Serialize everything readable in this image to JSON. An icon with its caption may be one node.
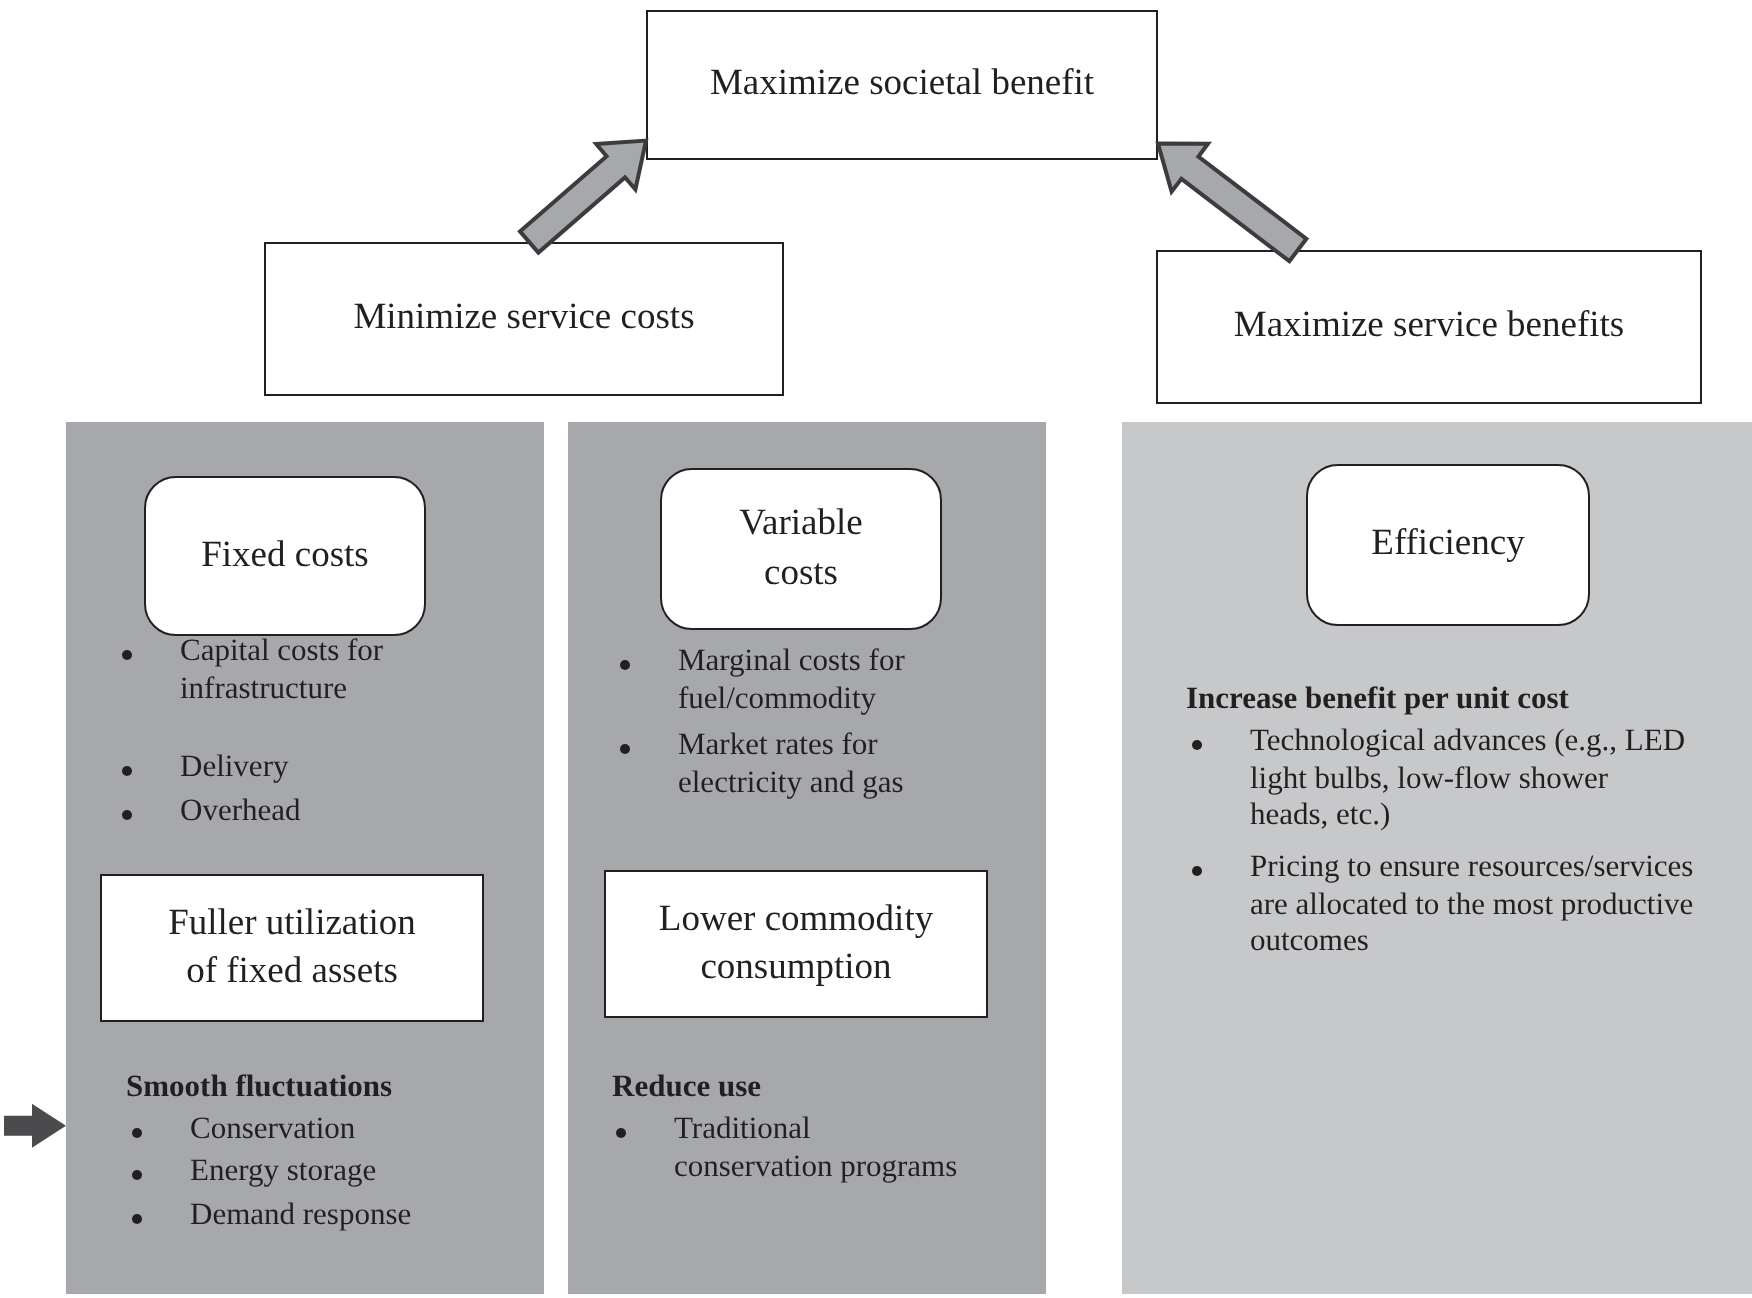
{
  "diagram": {
    "nodes": [
      {
        "text": [
          "Maximize societal benefit"
        ]
      },
      {
        "text": [
          "Minimize service costs"
        ]
      },
      {
        "text": [
          "Maximize service benefits"
        ]
      },
      {
        "text": [
          "Capital costs for infrastructure",
          "Delivery",
          "Overhead",
          "Smooth fluctuations",
          "Conservation",
          "Energy storage",
          "Demand response"
        ]
      },
      {
        "text": [
          "Fixed costs"
        ],
        "in": 3
      },
      {
        "text": [
          "Fuller utilization of fixed assets"
        ],
        "in": 3
      },
      {
        "text": [
          "Marginal costs for fuel/commodity",
          "Market rates for electricity and gas",
          "Reduce use",
          "Traditional conservation programs"
        ]
      },
      {
        "text": [
          "Variable costs"
        ],
        "in": 6
      },
      {
        "text": [
          "Lower commodity consumption"
        ],
        "in": 6
      },
      {
        "text": [
          "Increase benefit per unit cost",
          "Technological advances (e.g., LED light bulbs, low-flow shower heads, etc.)",
          "Pricing to ensure resources/services are allocated to the most productive outcomes"
        ]
      },
      {
        "text": [
          "Efficiency"
        ],
        "in": 9
      }
    ],
    "edges": [
      {
        "from": 1,
        "to": 0,
        "arrow": "to",
        "style": "thick"
      },
      {
        "from": 2,
        "to": 0,
        "arrow": "to",
        "style": "thick"
      },
      {
        "from": null,
        "to": 3,
        "arrow": "to",
        "style": "thick",
        "color": "#4b4b4d"
      }
    ]
  }
}
